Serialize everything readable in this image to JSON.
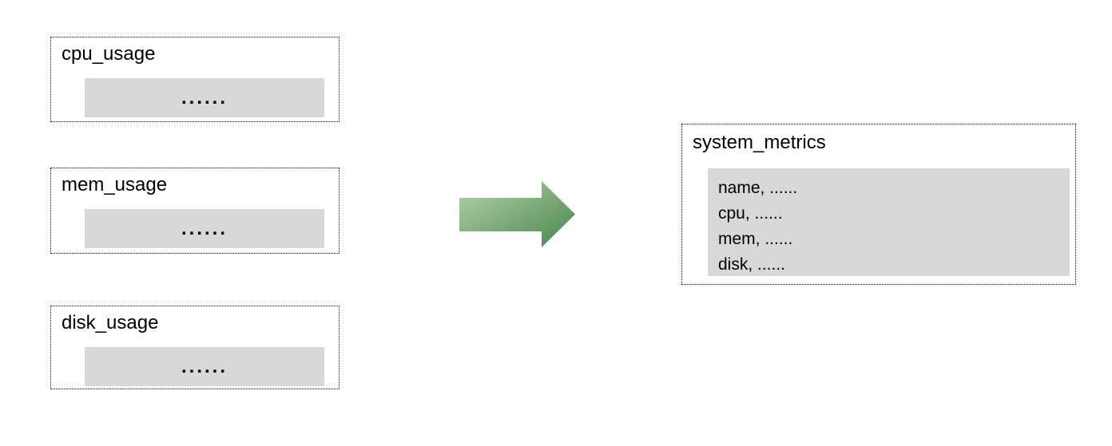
{
  "sources": [
    {
      "title": "cpu_usage",
      "dots": "......"
    },
    {
      "title": "mem_usage",
      "dots": "......"
    },
    {
      "title": "disk_usage",
      "dots": "......"
    }
  ],
  "arrow": {
    "direction": "right",
    "gradient_start": "#b7d3ae",
    "gradient_end": "#47854a"
  },
  "target": {
    "title": "system_metrics",
    "fields": [
      "name, ......",
      "cpu, ......",
      "mem, ......",
      "disk, ......"
    ]
  },
  "colors": {
    "panel": "#d8d8d8",
    "border": "#000000",
    "background": "#ffffff",
    "text": "#000000"
  }
}
